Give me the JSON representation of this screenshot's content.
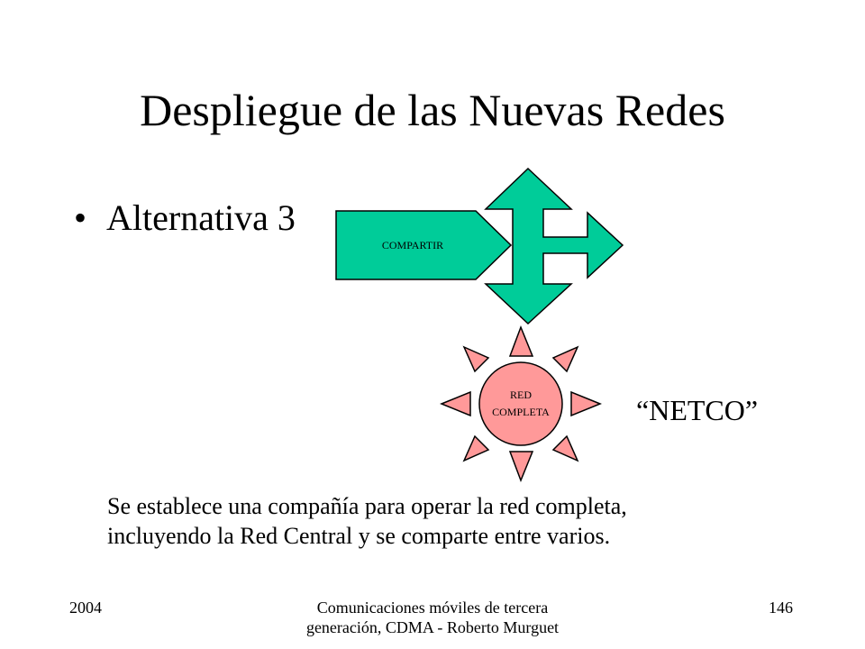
{
  "slide": {
    "title": "Despliegue de las Nuevas Redes",
    "bullet_symbol": "•",
    "bullet": "Alternativa 3",
    "netco_label": "“NETCO”",
    "description_lines": [
      "Se establece una compañía para operar la red completa,",
      "incluyendo la Red Central y se comparte entre varios."
    ]
  },
  "diagram": {
    "share_arrow_label": "COMPARTIR",
    "sun_label_line1": "RED",
    "sun_label_line2": "COMPLETA",
    "colors": {
      "arrow_fill": "#00cc99",
      "sun_fill": "#ff9999",
      "stroke": "#000000"
    }
  },
  "footer": {
    "year": "2004",
    "course": "Comunicaciones móviles de tercera generación, CDMA - Roberto Murguet",
    "page_number": "146"
  }
}
